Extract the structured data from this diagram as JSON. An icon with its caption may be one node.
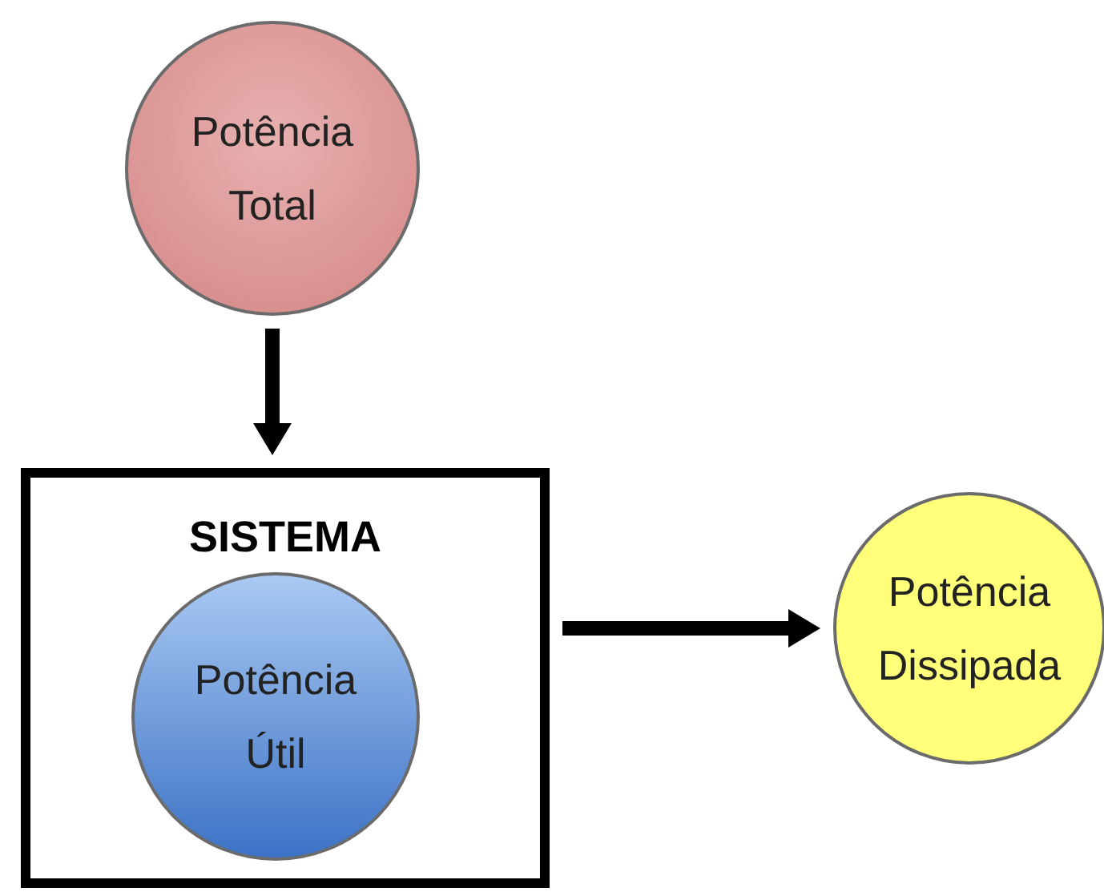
{
  "diagram": {
    "nodes": [
      {
        "text": [
          "Potência Total"
        ]
      },
      {
        "text": [
          "SISTEMA"
        ]
      },
      {
        "text": [
          "Potência Útil"
        ],
        "in": 1
      },
      {
        "text": [
          "Potência Dissipada"
        ]
      }
    ],
    "edges": [
      {
        "from": 0,
        "to": 1,
        "arrow": "to"
      },
      {
        "from": 1,
        "to": 3,
        "arrow": "to"
      }
    ]
  }
}
